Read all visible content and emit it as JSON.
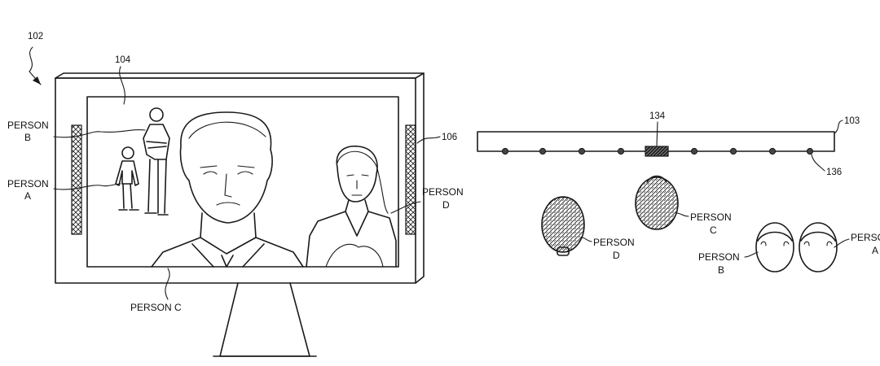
{
  "refs": {
    "device": "102",
    "screen": "104",
    "side_panel": "106",
    "bar": "103",
    "center_sensor": "134",
    "sensor_dot": "136"
  },
  "labels": {
    "person_word": "PERSON",
    "a": "A",
    "b": "B",
    "c": "C",
    "d": "D",
    "person_c_full": "PERSON C"
  },
  "colors": {
    "ink": "#1a1a1a",
    "background": "#ffffff"
  }
}
